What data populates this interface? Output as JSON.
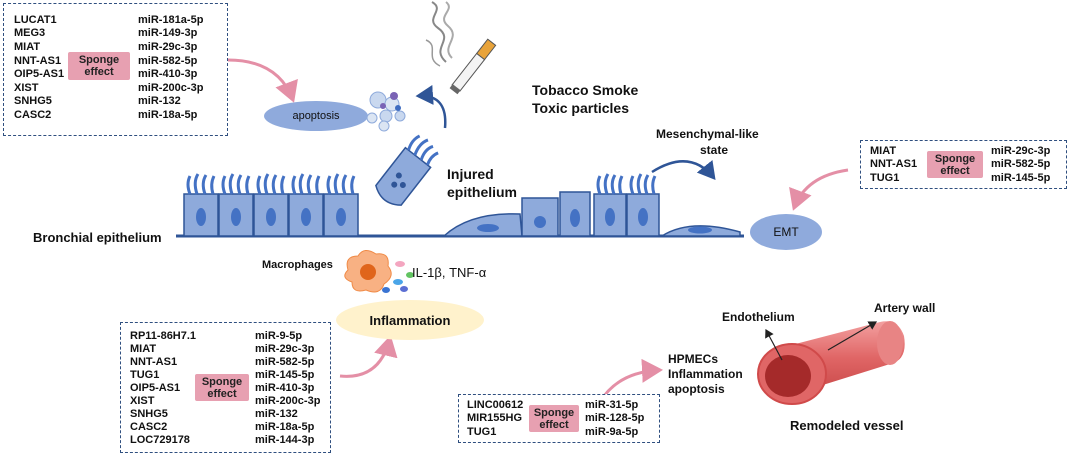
{
  "top_left_box": {
    "lncrnas": [
      "LUCAT1",
      "MEG3",
      "MIAT",
      "NNT-AS1",
      "OIP5-AS1",
      "XIST",
      "SNHG5",
      "CASC2"
    ],
    "mirnas": [
      "miR-181a-5p",
      "miR-149-3p",
      "miR-29c-3p",
      "miR-582-5p",
      "miR-410-3p",
      "miR-200c-3p",
      "miR-132",
      "miR-18a-5p"
    ],
    "sponge": "Sponge effect"
  },
  "right_box": {
    "lncrnas": [
      "MIAT",
      "NNT-AS1",
      "TUG1"
    ],
    "mirnas": [
      "miR-29c-3p",
      "miR-582-5p",
      "miR-145-5p"
    ],
    "sponge": "Sponge effect"
  },
  "bottom_left_box": {
    "lncrnas": [
      "RP11-86H7.1",
      "MIAT",
      "NNT-AS1",
      "TUG1",
      "OIP5-AS1",
      "XIST",
      "SNHG5",
      "CASC2",
      "LOC729178"
    ],
    "mirnas": [
      "miR-9-5p",
      "miR-29c-3p",
      "miR-582-5p",
      "miR-145-5p",
      "miR-410-3p",
      "miR-200c-3p",
      "miR-132",
      "miR-18a-5p",
      "miR-144-3p"
    ],
    "sponge": "Sponge effect"
  },
  "bottom_mid_box": {
    "lncrnas": [
      "LINC00612",
      "MIR155HG",
      "TUG1"
    ],
    "mirnas": [
      "miR-31-5p",
      "miR-128-5p",
      "miR-9a-5p"
    ],
    "sponge": "Sponge effect"
  },
  "labels": {
    "apoptosis": "apoptosis",
    "tobacco": "Tobacco Smoke",
    "toxic": "Toxic particles",
    "injured1": "Injured",
    "injured2": "epithelium",
    "mesenchymal1": "Mesenchymal-like",
    "mesenchymal2": "state",
    "bronchial": "Bronchial epithelium",
    "emt": "EMT",
    "macrophages": "Macrophages",
    "cytokines": "IL-1β, TNF-α",
    "inflammation": "Inflammation",
    "hpmecs1": "HPMECs",
    "hpmecs2": "Inflammation",
    "hpmecs3": "apoptosis",
    "endothelium": "Endothelium",
    "artery": "Artery wall",
    "remodeled": "Remodeled vessel"
  },
  "colors": {
    "box_border": "#2f4f7f",
    "sponge_fill": "#e7a0b1",
    "cell_fill": "#8eaadb",
    "cell_stroke": "#2f5597",
    "nucleus": "#4472c4",
    "oval_fill": "#8faadc",
    "inflammation_fill": "#fff2cc",
    "arrow_pink": "#e48fa6",
    "vessel": "#e06666"
  }
}
